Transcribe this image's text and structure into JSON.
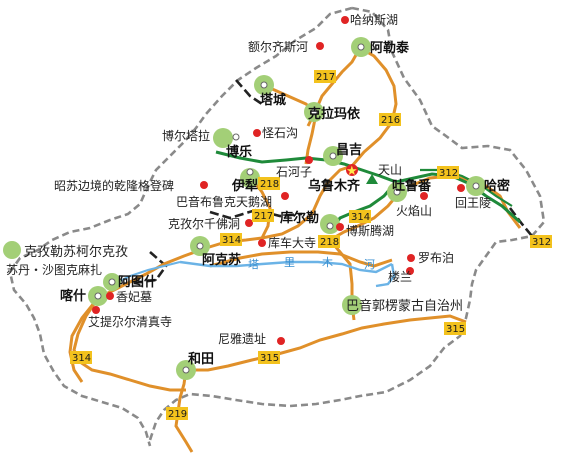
{
  "colors": {
    "road": "#e0902a",
    "rail": "#1f8a3a",
    "border_dash": "#8a8a8a",
    "disputed_dash": "#222222",
    "city_circle": "#a3cf77",
    "poi_dot": "#e02424",
    "river": "#6bb3e6",
    "route_badge": "#f3c21d"
  },
  "cities": [
    {
      "id": "aletai",
      "name": "阿勒泰"
    },
    {
      "id": "tacheng",
      "name": "塔城"
    },
    {
      "id": "kelamayi",
      "name": "克拉玛依"
    },
    {
      "id": "bole",
      "name": "博乐"
    },
    {
      "id": "changji",
      "name": "昌吉"
    },
    {
      "id": "yining",
      "name": "伊犁"
    },
    {
      "id": "urumqi",
      "name": "乌鲁木齐"
    },
    {
      "id": "turpan",
      "name": "吐鲁番"
    },
    {
      "id": "hami",
      "name": "哈密"
    },
    {
      "id": "korla",
      "name": "库尔勒"
    },
    {
      "id": "aksu",
      "name": "阿克苏"
    },
    {
      "id": "artux",
      "name": "阿图什"
    },
    {
      "id": "kashgar",
      "name": "喀什"
    },
    {
      "id": "hotan",
      "name": "和田"
    }
  ],
  "pois": [
    {
      "id": "hanas",
      "name": "哈纳斯湖"
    },
    {
      "id": "erqisi",
      "name": "额尔齐斯河"
    },
    {
      "id": "guaishigou",
      "name": "怪石沟"
    },
    {
      "id": "shihezi",
      "name": "石河子"
    },
    {
      "id": "tianshan",
      "name": "天山"
    },
    {
      "id": "qianlong",
      "name": "昭苏边境的乾隆格登碑"
    },
    {
      "id": "bayinbuluke",
      "name": "巴音布鲁克天鹅湖"
    },
    {
      "id": "huoyanshan",
      "name": "火焰山"
    },
    {
      "id": "huiwangling",
      "name": "回王陵"
    },
    {
      "id": "kezier",
      "name": "克孜尔千佛洞"
    },
    {
      "id": "kuchedasi",
      "name": "库车大寺"
    },
    {
      "id": "bositeng",
      "name": "博斯腾湖"
    },
    {
      "id": "luobupo",
      "name": "罗布泊"
    },
    {
      "id": "loulan",
      "name": "楼兰"
    },
    {
      "id": "xiangfei",
      "name": "香妃墓"
    },
    {
      "id": "aitigaer",
      "name": "艾提尕尔清真寺"
    },
    {
      "id": "niya",
      "name": "尼雅遗址"
    },
    {
      "id": "boertala",
      "name": "博尔塔拉"
    }
  ],
  "regions": [
    {
      "id": "kizilsu",
      "name": "克孜勒苏柯尔克孜"
    },
    {
      "id": "sudan",
      "name": "苏丹・沙图克麻扎"
    },
    {
      "id": "bayingolin",
      "name": "巴音郭楞蒙古自治州"
    }
  ],
  "river": {
    "chars": [
      "塔",
      "里",
      "木",
      "河"
    ]
  },
  "routes": [
    {
      "id": "r217a",
      "num": "217"
    },
    {
      "id": "r216",
      "num": "216"
    },
    {
      "id": "r218a",
      "num": "218"
    },
    {
      "id": "r217b",
      "num": "217"
    },
    {
      "id": "r314a",
      "num": "314"
    },
    {
      "id": "r218b",
      "num": "218"
    },
    {
      "id": "r314b",
      "num": "314"
    },
    {
      "id": "r312a",
      "num": "312"
    },
    {
      "id": "r312b",
      "num": "312"
    },
    {
      "id": "r315a",
      "num": "315"
    },
    {
      "id": "r315b",
      "num": "315"
    },
    {
      "id": "r314c",
      "num": "314"
    },
    {
      "id": "r219",
      "num": "219"
    }
  ]
}
